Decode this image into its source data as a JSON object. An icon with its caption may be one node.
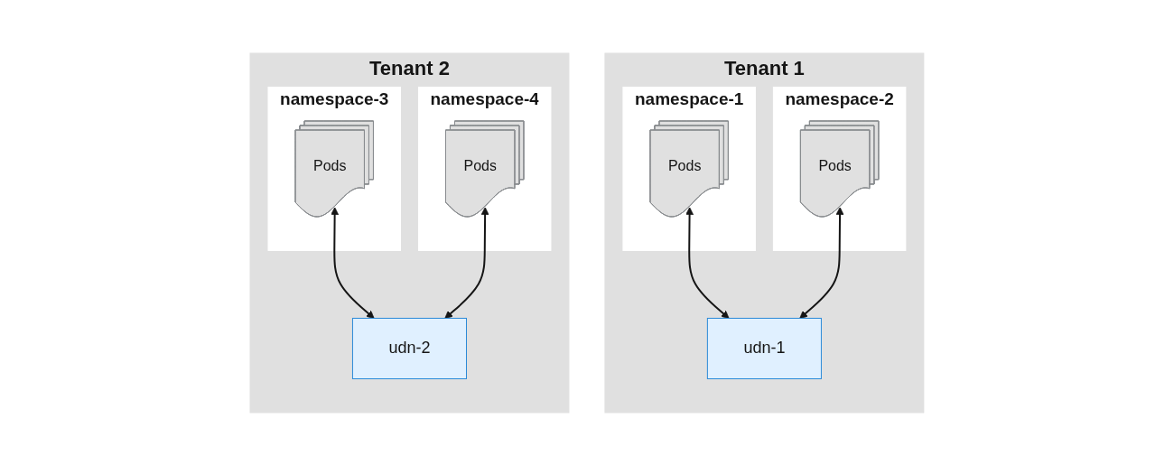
{
  "diagram": {
    "nodes": [
      {
        "text": [
          "Tenant 1"
        ]
      },
      {
        "text": [
          "namespace-1"
        ],
        "in": 0
      },
      {
        "text": [
          "Pods"
        ],
        "in": 1
      },
      {
        "text": [
          "namespace-2"
        ],
        "in": 0
      },
      {
        "text": [
          "Pods"
        ],
        "in": 3
      },
      {
        "text": [
          "udn-1"
        ],
        "in": 0
      },
      {
        "text": [
          "Tenant 2"
        ]
      },
      {
        "text": [
          "namespace-3"
        ],
        "in": 6
      },
      {
        "text": [
          "Pods"
        ],
        "in": 7
      },
      {
        "text": [
          "namespace-4"
        ],
        "in": 6
      },
      {
        "text": [
          "Pods"
        ],
        "in": 9
      },
      {
        "text": [
          "udn-2"
        ],
        "in": 6
      }
    ],
    "edges": [
      {
        "from": 2,
        "to": 5,
        "arrow": "both"
      },
      {
        "from": 4,
        "to": 5,
        "arrow": "both"
      },
      {
        "from": 8,
        "to": 11,
        "arrow": "both"
      },
      {
        "from": 10,
        "to": 11,
        "arrow": "both"
      }
    ]
  }
}
